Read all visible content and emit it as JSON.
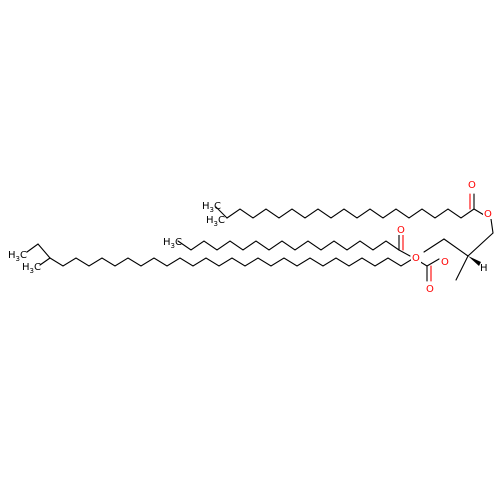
{
  "molecule": {
    "atom_labels": {
      "O": "O",
      "H": "H",
      "H3C": "H",
      "H3C_sub": "3",
      "H3C_c": "C"
    }
  },
  "colors": {
    "bond": "#000000",
    "oxygen": "#ff0000",
    "background": "#ffffff"
  }
}
